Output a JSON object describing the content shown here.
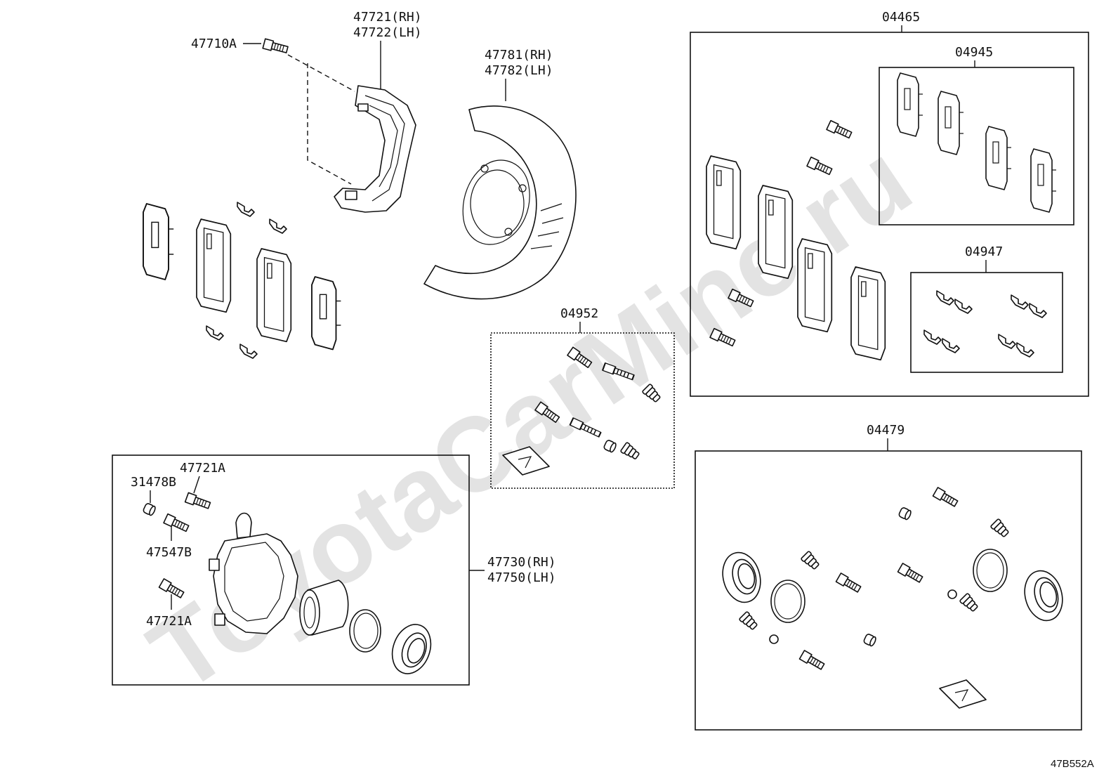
{
  "watermark": "ToyotaCarMine.ru",
  "diagram_code": "47B552A",
  "labels": {
    "bolt_47710A": "47710A",
    "mount_rh": "47721(RH)",
    "mount_lh": "47722(LH)",
    "shield_rh": "47781(RH)",
    "shield_lh": "47782(LH)",
    "kit_04465": "04465",
    "kit_04945": "04945",
    "kit_04947": "04947",
    "kit_04952": "04952",
    "kit_04479": "04479",
    "cap_31478B": "31478B",
    "bolt_47721A_top": "47721A",
    "pin_47547B": "47547B",
    "bolt_47721A_bottom": "47721A",
    "caliper_rh": "47730(RH)",
    "caliper_lh": "47750(LH)"
  }
}
